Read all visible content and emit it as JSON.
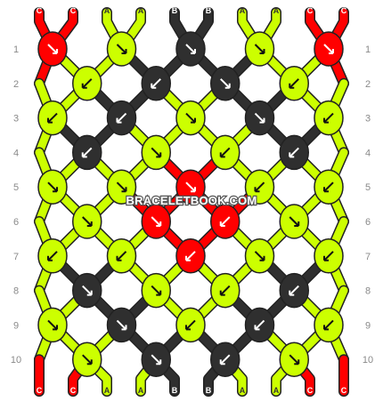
{
  "colors": {
    "C": "#ff0000",
    "A": "#ccff00",
    "B": "#2f2f2f"
  },
  "watermark": "BRACELETBOOK.COM",
  "row_numbers": [
    "1",
    "2",
    "3",
    "4",
    "5",
    "6",
    "7",
    "8",
    "9",
    "10"
  ],
  "top_strings": [
    "C",
    "C",
    "A",
    "A",
    "B",
    "B",
    "A",
    "A",
    "C",
    "C"
  ],
  "bottom_strings": [
    "C",
    "C",
    "A",
    "A",
    "B",
    "B",
    "A",
    "A",
    "C",
    "C"
  ],
  "rows": [
    {
      "row": "1",
      "knots": [
        {
          "c": "C",
          "d": "right"
        },
        {
          "c": "A",
          "d": "right"
        },
        {
          "c": "B",
          "d": "right"
        },
        {
          "c": "A",
          "d": "right"
        },
        {
          "c": "C",
          "d": "right"
        }
      ]
    },
    {
      "row": "2",
      "knots": [
        {
          "c": "A",
          "d": "left"
        },
        {
          "c": "B",
          "d": "left"
        },
        {
          "c": "B",
          "d": "right"
        },
        {
          "c": "A",
          "d": "left"
        }
      ]
    },
    {
      "row": "3",
      "knots": [
        {
          "c": "A",
          "d": "left"
        },
        {
          "c": "B",
          "d": "left"
        },
        {
          "c": "A",
          "d": "right"
        },
        {
          "c": "B",
          "d": "right"
        },
        {
          "c": "A",
          "d": "left"
        }
      ]
    },
    {
      "row": "4",
      "knots": [
        {
          "c": "B",
          "d": "left"
        },
        {
          "c": "A",
          "d": "right"
        },
        {
          "c": "A",
          "d": "left"
        },
        {
          "c": "B",
          "d": "left"
        }
      ]
    },
    {
      "row": "5",
      "knots": [
        {
          "c": "A",
          "d": "right"
        },
        {
          "c": "A",
          "d": "right"
        },
        {
          "c": "C",
          "d": "right"
        },
        {
          "c": "A",
          "d": "left"
        },
        {
          "c": "A",
          "d": "left"
        }
      ]
    },
    {
      "row": "6",
      "knots": [
        {
          "c": "A",
          "d": "right"
        },
        {
          "c": "C",
          "d": "right"
        },
        {
          "c": "C",
          "d": "left"
        },
        {
          "c": "A",
          "d": "right"
        }
      ]
    },
    {
      "row": "7",
      "knots": [
        {
          "c": "A",
          "d": "left"
        },
        {
          "c": "A",
          "d": "left"
        },
        {
          "c": "C",
          "d": "left"
        },
        {
          "c": "A",
          "d": "right"
        },
        {
          "c": "A",
          "d": "left"
        }
      ]
    },
    {
      "row": "8",
      "knots": [
        {
          "c": "B",
          "d": "right"
        },
        {
          "c": "A",
          "d": "right"
        },
        {
          "c": "A",
          "d": "left"
        },
        {
          "c": "B",
          "d": "left"
        }
      ]
    },
    {
      "row": "9",
      "knots": [
        {
          "c": "A",
          "d": "right"
        },
        {
          "c": "B",
          "d": "right"
        },
        {
          "c": "A",
          "d": "left"
        },
        {
          "c": "B",
          "d": "left"
        },
        {
          "c": "A",
          "d": "left"
        }
      ]
    },
    {
      "row": "10",
      "knots": [
        {
          "c": "A",
          "d": "right"
        },
        {
          "c": "B",
          "d": "right"
        },
        {
          "c": "B",
          "d": "left"
        },
        {
          "c": "A",
          "d": "right"
        }
      ]
    }
  ]
}
